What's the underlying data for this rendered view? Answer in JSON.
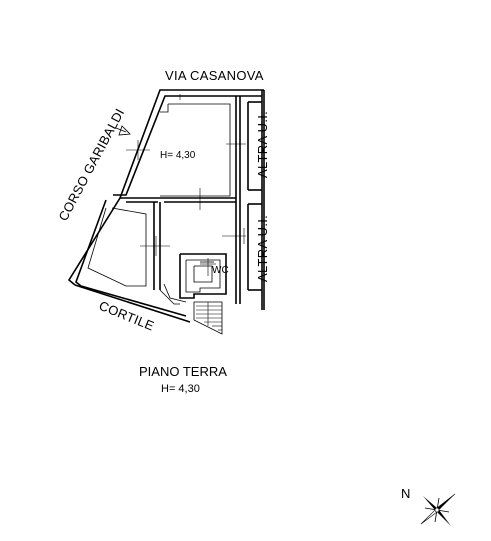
{
  "labels": {
    "street_north": "VIA CASANOVA",
    "street_west": "CORSO GARIBALDI",
    "courtyard": "CORTILE",
    "neighbor_upper": "ALTRA U.I.",
    "neighbor_lower": "ALTRA U.I.",
    "room_height": "H= 4,30",
    "wc": "WC",
    "floor_title": "PIANO  TERRA",
    "floor_height": "H= 4,30",
    "north": "N"
  }
}
